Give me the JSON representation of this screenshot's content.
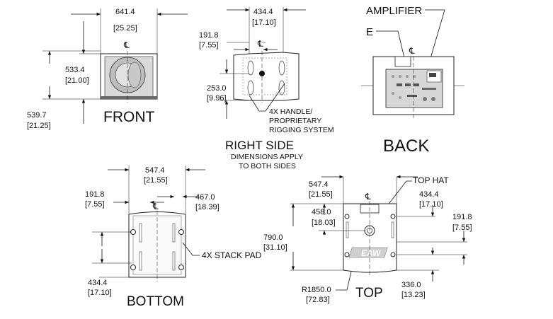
{
  "views": {
    "front": {
      "label": "FRONT",
      "width_mm": "641.4",
      "width_in": "[25.25]",
      "height_mm": "533.4",
      "height_in": "[21.00]",
      "overall_height_mm": "539.7",
      "overall_height_in": "[21.25]"
    },
    "right_side": {
      "label": "RIGHT SIDE",
      "note_line1": "DIMENSIONS APPLY",
      "note_line2": "TO BOTH SIDES",
      "depth_mm": "434.4",
      "depth_in": "[17.10]",
      "offset_mm": "191.8",
      "offset_in": "[7.55]",
      "handle_height_mm": "253.0",
      "handle_height_in": "[9.96]",
      "callout_line1": "4X HANDLE/",
      "callout_line2": "PROPRIETARY",
      "callout_line3": "RIGGING SYSTEM"
    },
    "back": {
      "label": "BACK",
      "callout_amplifier": "AMPLIFIER",
      "callout_e": "E"
    },
    "bottom": {
      "label": "BOTTOM",
      "width_mm": "547.4",
      "width_in": "[21.55]",
      "offset_mm": "191.8",
      "offset_in": "[7.55]",
      "pad_span_mm": "467.0",
      "pad_span_in": "[18.39]",
      "depth_mm": "434.4",
      "depth_in": "[17.10]",
      "callout_stack_pad": "4X STACK PAD"
    },
    "top": {
      "label": "TOP",
      "width_mm": "547.4",
      "width_in": "[21.55]",
      "hat_offset_mm": "458.0",
      "hat_offset_in": "[18.03]",
      "depth_mm": "790.0",
      "depth_in": "[31.10]",
      "side_depth_mm": "434.4",
      "side_depth_in": "[17.10]",
      "side_offset_mm": "191.8",
      "side_offset_in": "[7.55]",
      "rear_mm": "336.0",
      "rear_in": "[13.23]",
      "radius_mm": "R1850.0",
      "radius_in": "[72.83]",
      "callout_top_hat": "TOP HAT",
      "logo_text": "EAW"
    }
  },
  "centerline_symbol": "℄"
}
